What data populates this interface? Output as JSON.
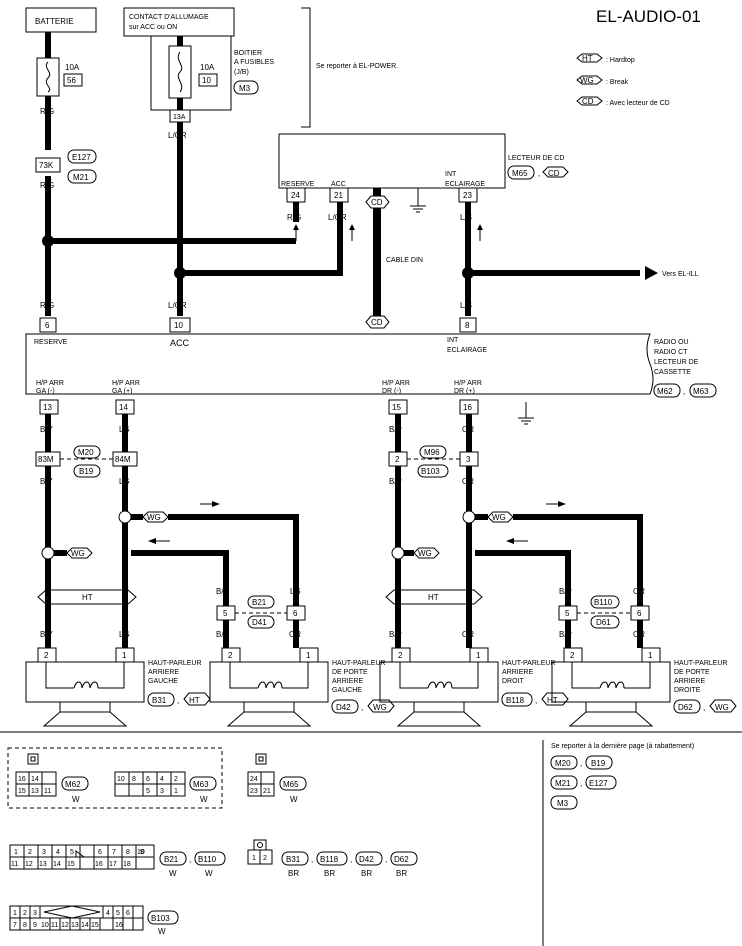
{
  "title": "EL-AUDIO-01",
  "batterie": "BATTERIE",
  "contact": {
    "line1": "CONTACT D'ALLUMAGE",
    "line2": "sur ACC ou ON"
  },
  "boitier": {
    "line1": "BOITIER",
    "line2": "A FUSIBLES",
    "line3": "(J/B)",
    "conn": "M3"
  },
  "se_reporter_power": "Se reporter à EL-POWER.",
  "fuse1": {
    "amp": "10A",
    "num": "56"
  },
  "fuse2": {
    "amp": "10A",
    "num": "10"
  },
  "legend": [
    {
      "code": "HT",
      "label": ": Hardtop"
    },
    {
      "code": "WG",
      "label": ": Break"
    },
    {
      "code": "CD",
      "label": ": Avec lecteur de CD"
    }
  ],
  "wires": {
    "rg": "R/G",
    "lor": "L/OR",
    "lb": "L/B",
    "by": "B/Y",
    "lg": "LG",
    "bp": "B/P",
    "or": "OR"
  },
  "conn": {
    "c13a": "13A",
    "c73k": "73K",
    "e127": "E127",
    "m21": "M21",
    "c24": "24",
    "c21": "21",
    "c23": "23",
    "c6": "6",
    "c10": "10",
    "c8": "8",
    "c13": "13",
    "c14": "14",
    "c15": "15",
    "c16": "16",
    "c83m": "83M",
    "c84m": "84M",
    "m20": "M20",
    "b19": "B19",
    "c2": "2",
    "c3": "3",
    "m96": "M96",
    "b103": "B103",
    "c5": "5",
    "c1": "1",
    "b21": "B21",
    "d41": "D41",
    "b110": "B110",
    "d61": "D61"
  },
  "cd": {
    "title": "LECTEUR DE CD",
    "m65": "M65",
    "cd": "CD",
    "reserve": "RESERVE",
    "acc": "ACC",
    "int1": "INT",
    "int2": "ECLAIRAGE",
    "cable": "CABLE DIN",
    "cdtag": "CD"
  },
  "vers_ell": "Vers EL-ILL",
  "radio": {
    "line1": "RADIO OU",
    "line2": "RADIO CT",
    "line3": "LECTEUR DE",
    "line4": "CASSETTE",
    "m62": "M62",
    "m63": "M63",
    "sep": ",",
    "reserve": "RESERVE",
    "acc": "ACC",
    "int1": "INT",
    "int2": "ECLAIRAGE",
    "hp1a": "H/P ARR",
    "hp1b": "GA (-)",
    "hp2a": "H/P ARR",
    "hp2b": "GA (+)",
    "hp3a": "H/P ARR",
    "hp3b": "DR (-)",
    "hp4a": "H/P ARR",
    "hp4b": "DR (+)"
  },
  "ht": "HT",
  "wg": "WG",
  "speakers": [
    {
      "l1": "HAUT-PARLEUR",
      "l2": "ARRIERE",
      "l3": "GAUCHE",
      "l4": "",
      "code": "B31",
      "tag": "HT"
    },
    {
      "l1": "HAUT-PARLEUR",
      "l2": "DE PORTE",
      "l3": "ARRIERE",
      "l4": "GAUCHE",
      "code": "D42",
      "tag": "WG"
    },
    {
      "l1": "HAUT-PARLEUR",
      "l2": "ARRIERE",
      "l3": "DROIT",
      "l4": "",
      "code": "B118",
      "tag": "HT"
    },
    {
      "l1": "HAUT-PARLEUR",
      "l2": "DE PORTE",
      "l3": "ARRIERE",
      "l4": "DROITE",
      "code": "D62",
      "tag": "WG"
    }
  ],
  "bottom": {
    "m62": "M62",
    "m63": "M63",
    "m65": "M65",
    "w": "W",
    "br": "BR",
    "b21": "B21",
    "b110": "B110",
    "b31": "B31",
    "b118": "B118",
    "d42": "D42",
    "d62": "D62",
    "b103": "B103",
    "comma": ",",
    "ref": "Se reporter à la dernière page (à rabattement)",
    "refcodes": [
      "M20",
      "B19",
      "M21",
      "E127",
      "M3"
    ]
  }
}
